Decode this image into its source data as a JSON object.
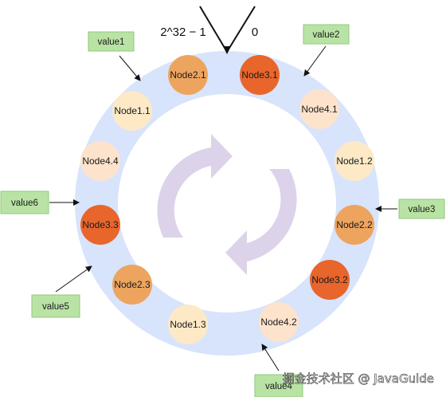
{
  "ring_range": {
    "max_label": "2^32 − 1",
    "zero_label": "0"
  },
  "nodes": [
    {
      "label": "Node2.1",
      "color": "#eda45f"
    },
    {
      "label": "Node3.1",
      "color": "#e8652c"
    },
    {
      "label": "Node1.1",
      "color": "#fde9c6"
    },
    {
      "label": "Node4.1",
      "color": "#fde3cc"
    },
    {
      "label": "Node4.4",
      "color": "#fde3cc"
    },
    {
      "label": "Node1.2",
      "color": "#fde9c6"
    },
    {
      "label": "Node3.3",
      "color": "#e8652c"
    },
    {
      "label": "Node2.2",
      "color": "#eda45f"
    },
    {
      "label": "Node2.3",
      "color": "#eda45f"
    },
    {
      "label": "Node3.2",
      "color": "#e8652c"
    },
    {
      "label": "Node1.3",
      "color": "#fde9c6"
    },
    {
      "label": "Node4.2",
      "color": "#fde3cc"
    }
  ],
  "values": [
    {
      "label": "value1"
    },
    {
      "label": "value2"
    },
    {
      "label": "value3"
    },
    {
      "label": "value4"
    },
    {
      "label": "value5"
    },
    {
      "label": "value6"
    }
  ],
  "colors": {
    "ring": "#d7e4fb",
    "cycle_arrows": "#dcd3ea",
    "value_box": "#b9e3a5",
    "node_high": "#e8652c",
    "node_mid": "#eda45f",
    "node_low": "#fde9c6"
  },
  "watermark": "掘金技术社区 @ JavaGuide"
}
